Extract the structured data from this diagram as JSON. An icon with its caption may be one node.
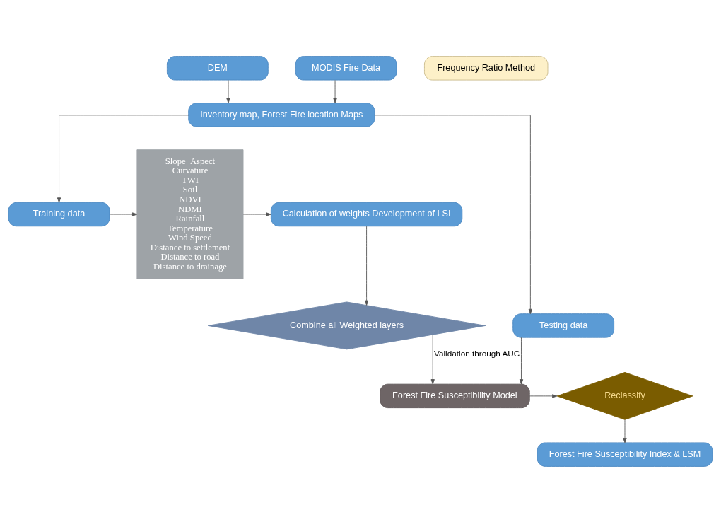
{
  "diagram": {
    "nodes": [
      {
        "text": [
          "DEM"
        ]
      },
      {
        "text": [
          "MODIS Fire Data"
        ]
      },
      {
        "text": [
          "Frequency Ratio Method"
        ]
      },
      {
        "text": [
          "Inventory map, Forest Fire location Maps"
        ]
      },
      {
        "text": [
          "Training data"
        ]
      },
      {
        "text": [
          "Testing data"
        ]
      },
      {
        "text": [
          "Slope  Aspect",
          "Curvature",
          "TWI",
          "Soil",
          "NDVI",
          "NDMI",
          "Rainfall",
          "Temperature",
          "Wind Speed",
          "Distance to settlement",
          "Distance to road",
          "Distance to drainage"
        ]
      },
      {
        "text": [
          "Calculation of weights Development of LSI"
        ]
      },
      {
        "text": [
          "Combine all Weighted layers"
        ]
      },
      {
        "text": [
          "Forest Fire Susceptibility Model"
        ]
      },
      {
        "text": [
          "Reclassify"
        ]
      },
      {
        "text": [
          "Forest Fire Susceptibility Index & LSM"
        ]
      }
    ],
    "edges": [
      {
        "from": 0,
        "to": 3,
        "arrow": "to"
      },
      {
        "from": 1,
        "to": 3,
        "arrow": "to"
      },
      {
        "from": 3,
        "to": 4,
        "arrow": "to"
      },
      {
        "from": 3,
        "to": 5,
        "arrow": "to"
      },
      {
        "from": 4,
        "to": 6,
        "arrow": "to"
      },
      {
        "from": 6,
        "to": 7,
        "arrow": "to"
      },
      {
        "from": 7,
        "to": 8,
        "arrow": "to"
      },
      {
        "from": 5,
        "to": 9,
        "arrow": "to",
        "label": "Validation through AUC"
      },
      {
        "from": 8,
        "to": 9,
        "arrow": "to"
      },
      {
        "from": 9,
        "to": 10,
        "arrow": "to"
      },
      {
        "from": 10,
        "to": 11,
        "arrow": "to"
      }
    ]
  }
}
